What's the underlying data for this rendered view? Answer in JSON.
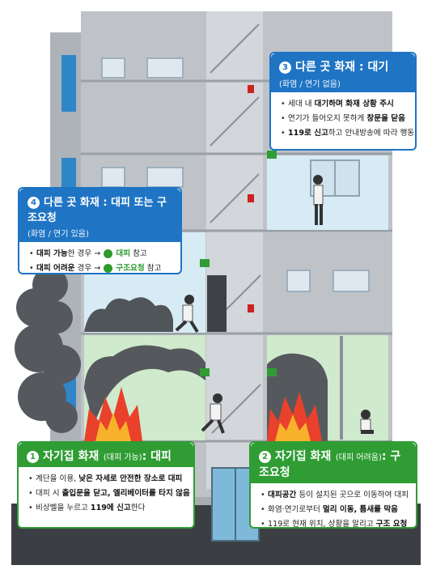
{
  "callout3": {
    "number": "3",
    "title": "다른 곳 화재 : 대기",
    "subtitle": "(화염 / 연기 없음)",
    "items": [
      {
        "pre": "세대 내 ",
        "bold": "대기하며 화재 상황 주시",
        "post": ""
      },
      {
        "pre": "연기가 들어오지 못하게 ",
        "bold": "창문을 닫음",
        "post": ""
      },
      {
        "pre": "",
        "bold": "119로 신고",
        "post": "하고 안내방송에 따라 행동"
      }
    ]
  },
  "callout4": {
    "number": "4",
    "title": "다른 곳 화재 : 대피 또는 구조요청",
    "subtitle": "(화염 / 연기 있음)",
    "items": [
      {
        "bold": "대피 가능",
        "mid": "한 경우 → ",
        "ref_num": "1",
        "ref_bold": "대피",
        "post": " 참고"
      },
      {
        "bold": "대피 어려운",
        "mid": " 경우 → ",
        "ref_num": "2",
        "ref_bold": "구조요청",
        "post": " 참고"
      }
    ]
  },
  "callout1": {
    "number": "1",
    "title": "자기집 화재",
    "paren": "(대피 가능)",
    "title_tail": ": 대피",
    "items": [
      {
        "pre": "계단을 이용, ",
        "bold": "낮은 자세로 안전한 장소로 대피",
        "post": ""
      },
      {
        "pre": "대피 시 ",
        "bold": "출입문을 닫고, 엘리베이터를 타지 않음",
        "post": ""
      },
      {
        "pre": "비상벨을 누르고 ",
        "bold": "119에 신고",
        "post": "한다"
      }
    ]
  },
  "callout2": {
    "number": "2",
    "title": "자기집 화재",
    "paren": "(대피 어려움)",
    "title_tail": ": 구조요청",
    "items": [
      {
        "pre": "",
        "bold": "대피공간",
        "post": " 등이 설치된 곳으로 이동하여 대피"
      },
      {
        "pre": "화염·연기로부터 ",
        "bold": "멀리 이동, 틈새를 막음",
        "post": ""
      },
      {
        "pre": "119로 현재 위치, 상황을 알리고 ",
        "bold": "구조 요청",
        "post": ""
      }
    ]
  },
  "colors": {
    "blue": "#1f74c4",
    "green": "#2f9d34",
    "building": "#b9bdc3",
    "fire": "#e9412b",
    "smoke": "#555a5f"
  }
}
